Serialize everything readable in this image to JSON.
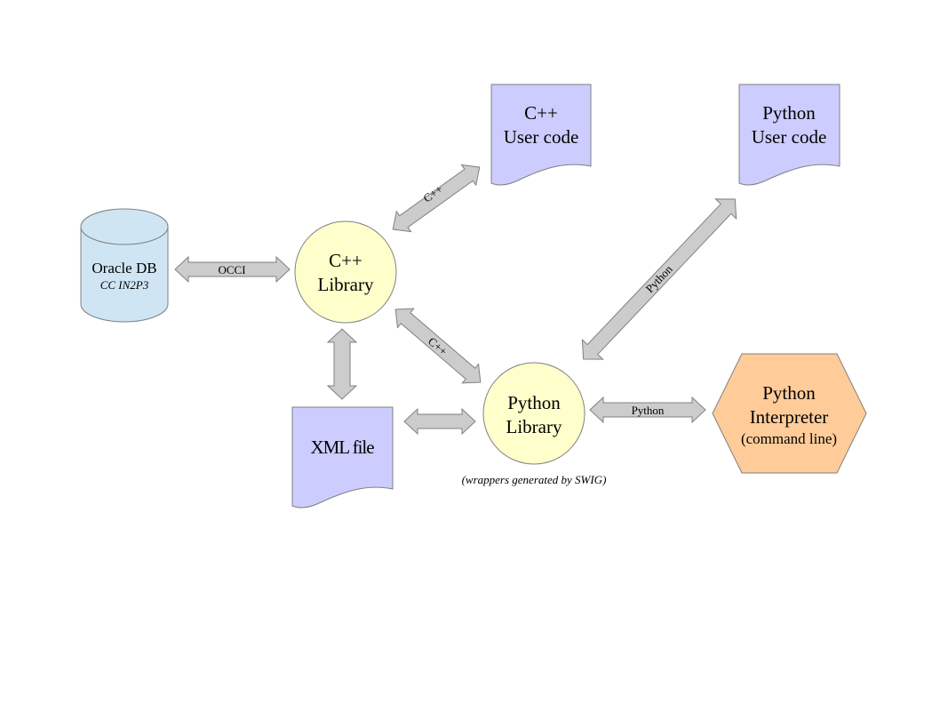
{
  "colors": {
    "database_fill": "#cfe5f3",
    "library_fill": "#ffffcc",
    "document_fill": "#ccccff",
    "interpreter_fill": "#ffcc99",
    "arrow_fill": "#cccccc",
    "stroke": "#808080"
  },
  "nodes": {
    "oracle_db": {
      "line1": "Oracle DB",
      "line2": "CC IN2P3"
    },
    "cpp_library": {
      "line1": "C++",
      "line2": "Library"
    },
    "cpp_user_code": {
      "line1": "C++",
      "line2": "User code"
    },
    "python_user_code": {
      "line1": "Python",
      "line2": "User code"
    },
    "xml_file": {
      "label": "XML file"
    },
    "python_library": {
      "line1": "Python",
      "line2": "Library",
      "caption": "(wrappers generated by SWIG)"
    },
    "python_interpreter": {
      "line1": "Python",
      "line2": "Interpreter",
      "line3": "(command line)"
    }
  },
  "connectors": {
    "occi": "OCCI",
    "cpp_to_user": "C++",
    "cpp_to_python": "C++",
    "python_to_user": "Python",
    "python_to_interpreter": "Python"
  }
}
